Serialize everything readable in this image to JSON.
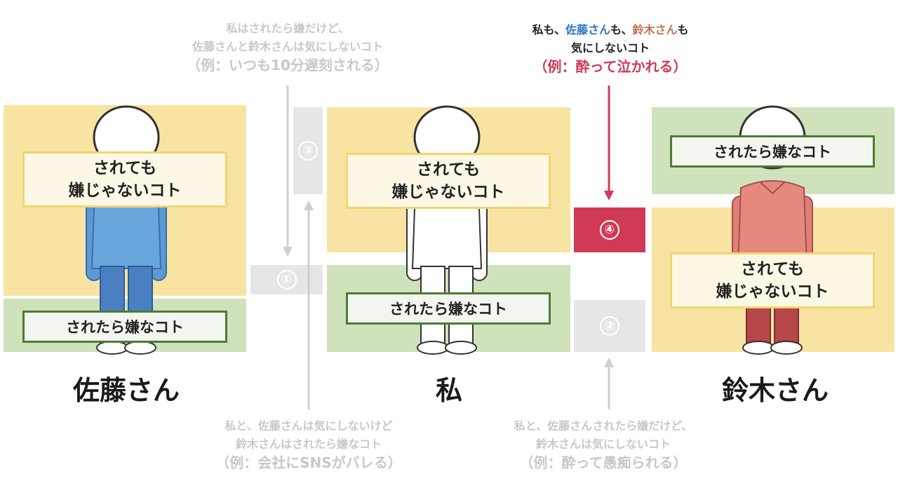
{
  "persons": {
    "sato": {
      "name": "佐藤さん",
      "ok_label": "されても\n嫌じゃないコト",
      "ng_label": "されたら嫌なコト"
    },
    "me": {
      "name": "私",
      "ok_label": "されても\n嫌じゃないコト",
      "ng_label": "されたら嫌なコト"
    },
    "suzuki": {
      "name": "鈴木さん",
      "ok_label": "されても\n嫌じゃないコト",
      "ng_label": "されたら嫌なコト"
    }
  },
  "markers": {
    "m1": "①",
    "m2": "②",
    "m3": "③",
    "m4": "④"
  },
  "captions": {
    "top_left": {
      "line1": "私はされたら嫌だけど、",
      "line2": "佐藤さんと鈴木さんは気にしないコト",
      "example": "（例：いつも10分遅刻される）"
    },
    "top_right": {
      "line1_a": "私も、",
      "line1_b": "佐藤さん",
      "line1_c": "も、",
      "line1_d": "鈴木さん",
      "line1_e": "も",
      "line2": "気にしないコト",
      "example": "（例：酔って泣かれる）"
    },
    "bottom_left": {
      "line1": "私と、佐藤さんは気にしないけど",
      "line2": "鈴木さんはされたら嫌なコト",
      "example": "（例：会社にSNSがバレる）"
    },
    "bottom_right": {
      "line1": "私と、佐藤さんされたら嫌だけど、",
      "line2": "鈴木さんは気にしないコト",
      "example": "（例：酔って愚痴られる）"
    }
  },
  "colors": {
    "ok_area": "#f8e4a2",
    "ng_area": "#cfe2bb",
    "marker_gray": "#e6e6e6",
    "highlight_red": "#d03a57",
    "sato_blue": "#2f74c8",
    "suzuki_brown": "#c4704c"
  }
}
